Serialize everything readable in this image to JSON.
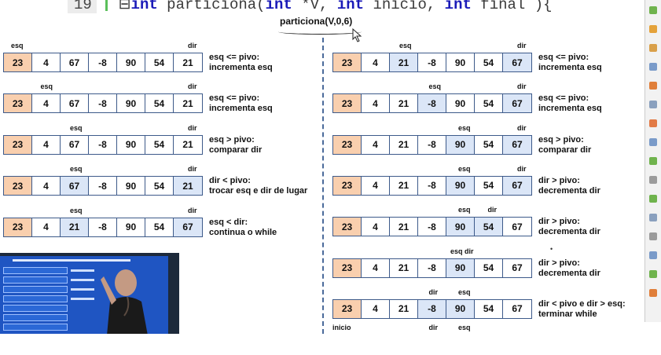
{
  "code_line": {
    "number": "19",
    "collapse": "⊟",
    "kw1": "int",
    "name": " particiona(",
    "kw2": "int",
    "p1": " *V, ",
    "kw3": "int",
    "p2": " inicio, ",
    "kw4": "int",
    "p3": " final ){"
  },
  "call_label": "particiona(V,0,6)",
  "colors": {
    "pivot_cell": "#f9cfae",
    "highlight_cell": "#dbe6f7",
    "border": "#3d5a8a",
    "divider": "#4a6a9a",
    "code_keyword": "#1a1ab8"
  },
  "left_steps": [
    {
      "values": [
        "23",
        "4",
        "67",
        "-8",
        "90",
        "54",
        "21"
      ],
      "labels": [
        {
          "i": 0,
          "t": "esq"
        },
        {
          "i": 6,
          "t": "dir"
        }
      ],
      "hl": [],
      "note": [
        "esq <= pivo:",
        "incrementa esq"
      ]
    },
    {
      "values": [
        "23",
        "4",
        "67",
        "-8",
        "90",
        "54",
        "21"
      ],
      "labels": [
        {
          "i": 1,
          "t": "esq"
        },
        {
          "i": 6,
          "t": "dir"
        }
      ],
      "hl": [],
      "note": [
        "esq <= pivo:",
        "incrementa esq"
      ]
    },
    {
      "values": [
        "23",
        "4",
        "67",
        "-8",
        "90",
        "54",
        "21"
      ],
      "labels": [
        {
          "i": 2,
          "t": "esq"
        },
        {
          "i": 6,
          "t": "dir"
        }
      ],
      "hl": [],
      "note": [
        "esq > pivo:",
        "comparar dir"
      ]
    },
    {
      "values": [
        "23",
        "4",
        "67",
        "-8",
        "90",
        "54",
        "21"
      ],
      "labels": [
        {
          "i": 2,
          "t": "esq"
        },
        {
          "i": 6,
          "t": "dir"
        }
      ],
      "hl": [
        2,
        6
      ],
      "note": [
        "dir < pivo:",
        "trocar esq e dir de lugar"
      ]
    },
    {
      "values": [
        "23",
        "4",
        "21",
        "-8",
        "90",
        "54",
        "67"
      ],
      "labels": [
        {
          "i": 2,
          "t": "esq"
        },
        {
          "i": 6,
          "t": "dir"
        }
      ],
      "hl": [
        2,
        6
      ],
      "note": [
        "esq < dir:",
        "continua o while"
      ]
    }
  ],
  "right_steps": [
    {
      "values": [
        "23",
        "4",
        "21",
        "-8",
        "90",
        "54",
        "67"
      ],
      "labels": [
        {
          "i": 2,
          "t": "esq"
        },
        {
          "i": 6,
          "t": "dir"
        }
      ],
      "hl": [
        2,
        6
      ],
      "note": [
        "esq <= pivo:",
        "incrementa esq"
      ]
    },
    {
      "values": [
        "23",
        "4",
        "21",
        "-8",
        "90",
        "54",
        "67"
      ],
      "labels": [
        {
          "i": 3,
          "t": "esq"
        },
        {
          "i": 6,
          "t": "dir"
        }
      ],
      "hl": [
        3,
        6
      ],
      "note": [
        "esq <= pivo:",
        "incrementa esq"
      ]
    },
    {
      "values": [
        "23",
        "4",
        "21",
        "-8",
        "90",
        "54",
        "67"
      ],
      "labels": [
        {
          "i": 4,
          "t": "esq"
        },
        {
          "i": 6,
          "t": "dir"
        }
      ],
      "hl": [
        4,
        6
      ],
      "note": [
        "esq > pivo:",
        "comparar dir"
      ]
    },
    {
      "values": [
        "23",
        "4",
        "21",
        "-8",
        "90",
        "54",
        "67"
      ],
      "labels": [
        {
          "i": 4,
          "t": "esq"
        },
        {
          "i": 6,
          "t": "dir"
        }
      ],
      "hl": [
        4,
        6
      ],
      "note": [
        "dir > pivo:",
        "decrementa dir"
      ]
    },
    {
      "values": [
        "23",
        "4",
        "21",
        "-8",
        "90",
        "54",
        "67"
      ],
      "labels": [
        {
          "i": 4,
          "t": "esq"
        },
        {
          "i": 5,
          "t": "dir"
        }
      ],
      "hl": [
        4,
        5
      ],
      "note": [
        "dir > pivo:",
        "decrementa dir"
      ]
    },
    {
      "values": [
        "23",
        "4",
        "21",
        "-8",
        "90",
        "54",
        "67"
      ],
      "labels": [
        {
          "i": 4,
          "t": "esq dir"
        }
      ],
      "hl": [
        4
      ],
      "note": [
        "dir > pivo:",
        "decrementa dir"
      ]
    },
    {
      "values": [
        "23",
        "4",
        "21",
        "-8",
        "90",
        "54",
        "67"
      ],
      "labels": [
        {
          "i": 3,
          "t": "dir"
        },
        {
          "i": 4,
          "t": "esq"
        }
      ],
      "hl": [
        3,
        4
      ],
      "note": [
        "dir < pivo e dir > esq:",
        "terminar while"
      ]
    }
  ],
  "last_row_labels": [
    {
      "i": 0,
      "t": "inicio"
    },
    {
      "i": 3,
      "t": "dir"
    },
    {
      "i": 4,
      "t": "esq"
    }
  ]
}
